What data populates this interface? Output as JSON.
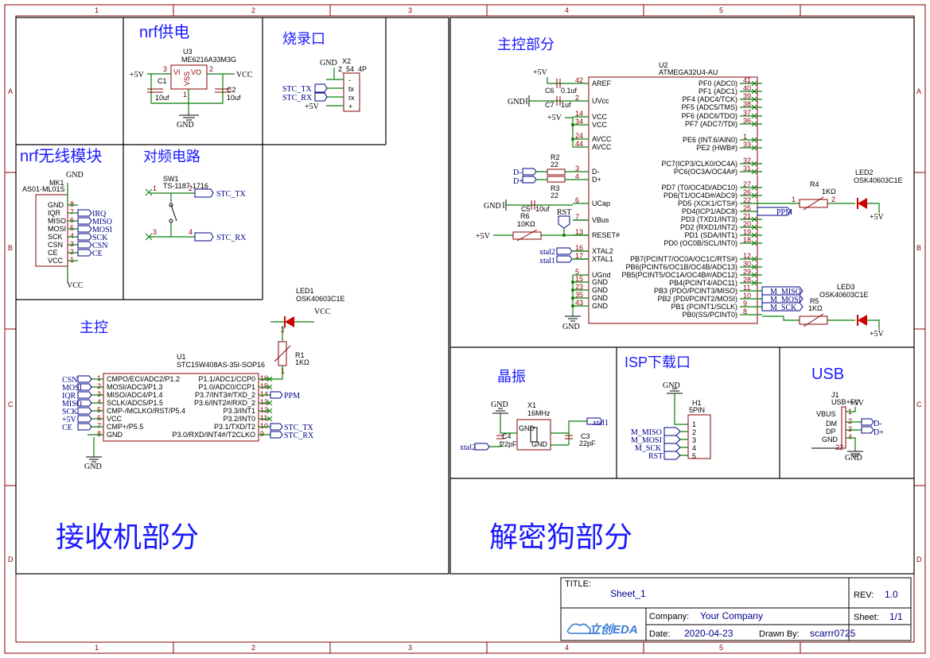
{
  "sections": {
    "nrf_power": "nrf供电",
    "burn_port": "烧录口",
    "nrf_module": "nrf无线模块",
    "pairing": "对频电路",
    "main_ctrl_rx": "主控",
    "receiver": "接收机部分",
    "main_ctrl_dongle": "主控部分",
    "crystal": "晶振",
    "isp": "ISP下载口",
    "usb": "USB",
    "dongle": "解密狗部分"
  },
  "ruler": {
    "cols": [
      "1",
      "2",
      "3",
      "4",
      "5"
    ],
    "rows": [
      "A",
      "B",
      "C",
      "D"
    ]
  },
  "u3": {
    "ref": "U3",
    "part": "ME6216A33M3G",
    "vi": "VI",
    "vo": "VO",
    "vss": "VSS",
    "p3": "3",
    "p2": "2",
    "p1": "1"
  },
  "nets": {
    "p5v": "+5V",
    "vcc": "VCC",
    "gnd": "GND",
    "stc_tx": "STC_TX",
    "stc_rx": "STC_RX",
    "irq": "IRQ",
    "miso": "MISO",
    "mosi": "MOSI",
    "sck": "SCK",
    "csn": "CSN",
    "ce": "CE",
    "ppm": "PPM",
    "rst": "RST",
    "dm": "D-",
    "dp": "D+",
    "xtal1": "xtal1",
    "xtal2": "xtal2",
    "m_miso": "M_MISO",
    "m_mosi": "M_MOSI",
    "m_sck": "M_SCK"
  },
  "caps": {
    "c1": "C1",
    "c2": "C2",
    "v10": "10uf",
    "c6": "C6",
    "c6v": "0.1uf",
    "c7": "C7",
    "c7v": "1uf",
    "c5": "C5",
    "c5v": "10uf",
    "c4": "C4",
    "c3": "C3",
    "v22p": "22pF"
  },
  "x2": {
    "ref": "X2",
    "part": "2_54_4P",
    "pins": [
      "-",
      "tx",
      "rx",
      "+"
    ]
  },
  "mk1": {
    "ref": "MK1",
    "part": "AS01-ML01S",
    "pins": [
      "GND",
      "IQR",
      "MISO",
      "MOSI",
      "SCK",
      "CSN",
      "CE",
      "VCC"
    ],
    "nums": [
      "8",
      "7",
      "6",
      "5",
      "4",
      "3",
      "2",
      "1"
    ]
  },
  "sw1": {
    "ref": "SW1",
    "part": "TS-1187-1716",
    "p1": "1",
    "p2": "2",
    "p3": "3",
    "p4": "4"
  },
  "led1": {
    "ref": "LED1",
    "part": "OSK40603C1E",
    "p1": "1",
    "p2": "2"
  },
  "r1": {
    "ref": "R1",
    "val": "1KΩ"
  },
  "u1": {
    "ref": "U1",
    "part": "STC15W408AS-35I-SOP16",
    "left": [
      "CMPO/ECI/ADC2/P1.2",
      "MOSI/ADC3/P1.3",
      "MISO/ADC4/P1.4",
      "SCLK/ADC5/P1.5",
      "CMP-/MCLKO/RST/P5.4",
      "VCC",
      "CMP+/P5.5",
      "GND"
    ],
    "leftn": [
      "1",
      "2",
      "3",
      "4",
      "5",
      "6",
      "7",
      "8"
    ],
    "right": [
      "P1.1/ADC1/CCP0",
      "P1.0/ADC0/CCP1",
      "P3.7/INT3#/TXD_2",
      "P3.6/INT2#/RXD_2",
      "P3.3/INT1",
      "P3.2/INT0",
      "P3.1/TXD/T2",
      "P3.0/RXD/INT4#/T2CLKO"
    ],
    "rightn": [
      "16",
      "15",
      "14",
      "13",
      "12",
      "11",
      "10",
      "9"
    ],
    "leftnet": [
      "CSN",
      "MOSI",
      "IQR",
      "MISO",
      "SCK",
      "+5V",
      "CE",
      ""
    ]
  },
  "u2": {
    "ref": "U2",
    "part": "ATMEGA32U4-AU",
    "left": [
      "AREF",
      "UVcc",
      "VCC",
      "VCC",
      "AVCC",
      "AVCC",
      "D-",
      "D+",
      "UCap",
      "VBus",
      "RESET#",
      "XTAL2",
      "XTAL1",
      "UGnd",
      "GND",
      "GND",
      "GND",
      "GND"
    ],
    "leftn": [
      "42",
      "2",
      "14",
      "34",
      "24",
      "44",
      "3",
      "4",
      "6",
      "7",
      "13",
      "16",
      "17",
      "5",
      "15",
      "23",
      "35",
      "43"
    ],
    "right": [
      "PF0 (ADC0)",
      "PF1 (ADC1)",
      "PF4 (ADC4/TCK)",
      "PF5 (ADC5/TMS)",
      "PF6 (ADC6/TDO)",
      "PF7 (ADC7/TDI)",
      "PE6 (INT.6/AIN0)",
      "PE2 (HWB#)",
      "PC7(ICP3/CLK0/OC4A)",
      "PC6(OC3A/OC4A#)",
      "PD7 (T0/OC4D/ADC10)",
      "PD6(T1/OC4D#/ADC9)",
      "PD5 (XCK1/CTS#)",
      "PD4(ICP1/ADC8)",
      "PD3 (TXD1/INT3)",
      "PD2 (RXD1/INT2)",
      "PD1 (SDA/INT1)",
      "PD0 (OC0B/SCL/INT0)",
      "PB7(PCINT7/OC0A/OC1C/RTS#)",
      "PB6(PCINT6/OC1B/OC4B/ADC13)",
      "PB5(PCINT5/OC1A/OC4B#/ADC12)",
      "PB4(PCINT4/ADC11)",
      "PB3 (PDO/PCINT3/MISO)",
      "PB2 (PDI/PCINT2/MOSI)",
      "PB1 (PCINT1/SCLK)",
      "PB0(SS/PCINT0)"
    ],
    "rightn": [
      "41",
      "40",
      "39",
      "38",
      "37",
      "36",
      "1",
      "33",
      "32",
      "31",
      "27",
      "26",
      "22",
      "25",
      "21",
      "20",
      "19",
      "18",
      "12",
      "30",
      "29",
      "28",
      "11",
      "10",
      "9",
      "8"
    ]
  },
  "r2": {
    "ref": "R2",
    "val": "22"
  },
  "r3": {
    "ref": "R3",
    "val": "22"
  },
  "r6": {
    "ref": "R6",
    "val": "10KΩ"
  },
  "r4": {
    "ref": "R4",
    "val": "1KΩ"
  },
  "r5": {
    "ref": "R5",
    "val": "1KΩ"
  },
  "led2": {
    "ref": "LED2",
    "part": "OSK40603C1E"
  },
  "led3": {
    "ref": "LED3",
    "part": "OSK40603C1E"
  },
  "x1": {
    "ref": "X1",
    "freq": "16MHz",
    "gnd": "GND"
  },
  "h1": {
    "ref": "H1",
    "part": "5PIN",
    "nets": [
      "M_MISO",
      "M_MOSI",
      "M_SCK",
      "RST"
    ]
  },
  "j1": {
    "ref": "J1",
    "part": "USB+5V",
    "pins": [
      "VBUS",
      "DM",
      "DP",
      "GND"
    ]
  },
  "title_block": {
    "title_label": "TITLE:",
    "title": "Sheet_1",
    "rev_label": "REV:",
    "rev": "1.0",
    "company_label": "Company:",
    "company": "Your Company",
    "sheet_label": "Sheet:",
    "sheet": "1/1",
    "date_label": "Date:",
    "date": "2020-04-23",
    "drawn_label": "Drawn By:",
    "drawn": "scarrr0725",
    "logo": "立创EDA"
  }
}
